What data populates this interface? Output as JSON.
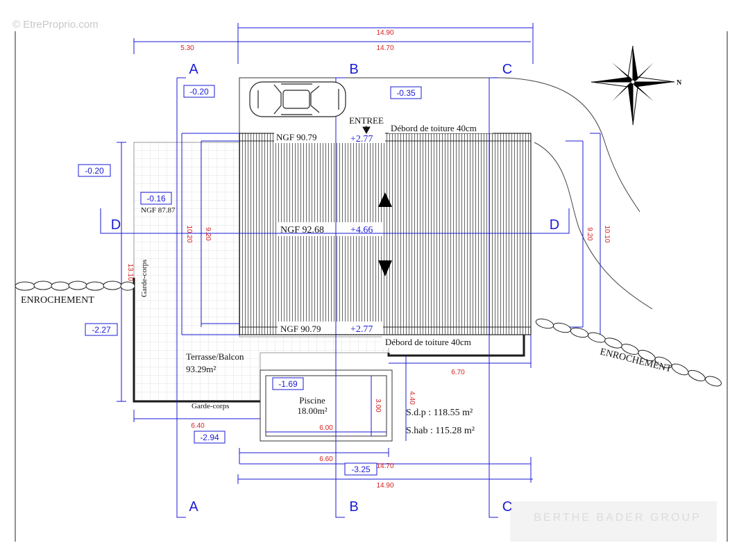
{
  "watermark": "© EtreProprio.com",
  "watermark_logo": "BERTHE BADER GROUP",
  "axes": {
    "a": "A",
    "b": "B",
    "c": "C",
    "d": "D"
  },
  "dims": {
    "top_total": "14.90",
    "top_inner": "14.70",
    "top_left": "5.30",
    "bottom_total": "14.90",
    "bottom_inner": "14.70",
    "bottom_660": "6.60",
    "bottom_600": "6.00",
    "bottom_640": "6.40",
    "left_1310": "13.10",
    "left_1020": "10.20",
    "left_920": "9.20",
    "right_920": "9.20",
    "right_1010": "10.10",
    "right_670": "6.70",
    "pool_300": "3.00",
    "pool_440": "4.40"
  },
  "levels": {
    "a_top": "-0.20",
    "b_top": "-0.35",
    "left_top": "-0.20",
    "terrace": "-0.16",
    "left_low": "-2.27",
    "pool": "-1.69",
    "a_bottom": "-2.94",
    "b_bottom": "-3.25"
  },
  "ngf": {
    "terrace": "NGF 87.87",
    "top": "NGF 90.79",
    "top_rel": "+2.77",
    "ridge": "NGF 92.68",
    "ridge_rel": "+4.66",
    "bottom": "NGF 90.79",
    "bottom_rel": "+2.77"
  },
  "labels": {
    "entree": "ENTREE",
    "debord_top": "Débord de toiture 40cm",
    "debord_bottom": "Débord de toiture 40cm",
    "garde_corps_left": "Garde-corps",
    "garde_corps_bottom": "Garde-corps",
    "terrasse": "Terrasse/Balcon",
    "terrasse_area": "93.29m²",
    "piscine": "Piscine",
    "piscine_area": "18.00m²",
    "enrochement_left": "ENROCHEMENT",
    "enrochement_right": "ENROCHEMENT",
    "sdp": "S.d.p : 118.55 m²",
    "shab": "S.hab : 115.28 m²",
    "north": "N"
  },
  "colors": {
    "dimension_blue": "#1a1ad6",
    "dimension_red": "#d42020",
    "axis_blue": "#1a1ad6",
    "line_black": "#1a1a1a"
  },
  "icons": [
    "car-icon",
    "compass-rose-icon",
    "arrow-up-icon",
    "arrow-down-icon"
  ]
}
